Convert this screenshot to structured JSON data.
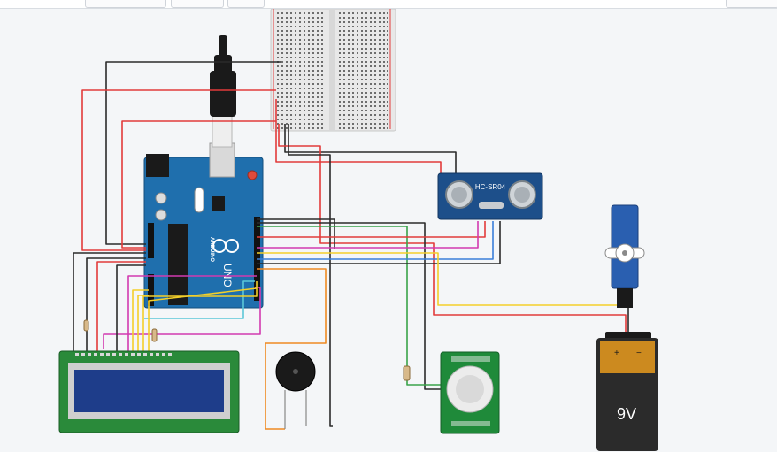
{
  "components": {
    "arduino": {
      "brand": "ARDUINO",
      "model": "UNO",
      "board_color": "#1f6fad"
    },
    "ultrasonic": {
      "label": "HC-SR04",
      "color": "#1d4f8a"
    },
    "battery": {
      "voltage": "9V",
      "plus": "+",
      "minus": "−",
      "top_color": "#cc8a1f"
    },
    "pir": {
      "color": "#1f8a3a"
    },
    "lcd": {
      "color": "#2a8a3a"
    },
    "servo": {
      "color": "#2a5fb0"
    }
  },
  "colors": {
    "wire_red": "#e23b3b",
    "wire_black": "#2b2b2b",
    "wire_green": "#3aa44a",
    "wire_yellow": "#f3cf2a",
    "wire_orange": "#ef8a22",
    "wire_magenta": "#d23ab0",
    "wire_blue": "#3a7fd9",
    "wire_cyan": "#5bc7d8",
    "canvas_bg": "#f4f6f8"
  }
}
